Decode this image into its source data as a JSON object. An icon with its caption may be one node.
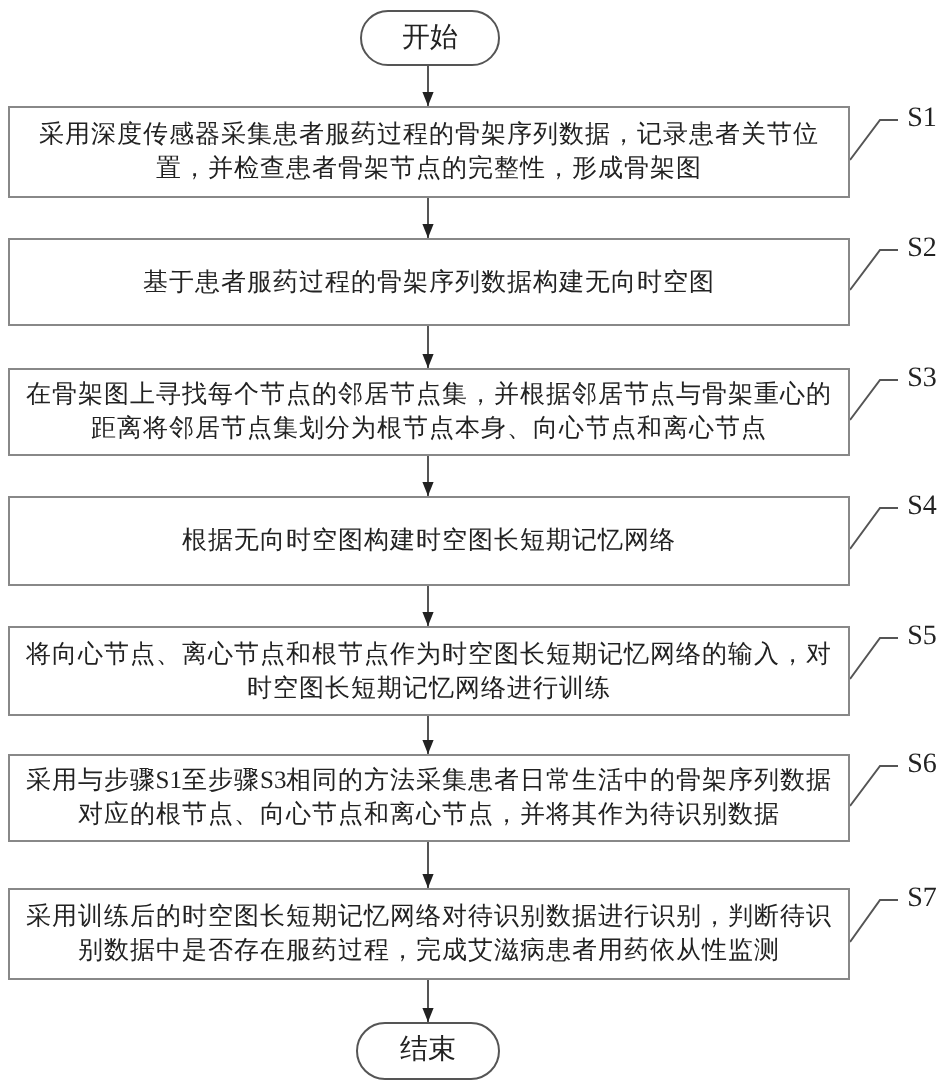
{
  "diagram": {
    "nodes": [
      {
        "text": [
          "开始"
        ]
      },
      {
        "text": [
          "采用深度传感器采集患者服药过程的骨架序列数据，记录患者关节位置，并检查患者骨架节点的完整性，形成骨架图"
        ]
      },
      {
        "text": [
          "基于患者服药过程的骨架序列数据构建无向时空图"
        ]
      },
      {
        "text": [
          "在骨架图上寻找每个节点的邻居节点集，并根据邻居节点与骨架重心的距离将邻居节点集划分为根节点本身、向心节点和离心节点"
        ]
      },
      {
        "text": [
          "根据无向时空图构建时空图长短期记忆网络"
        ]
      },
      {
        "text": [
          "将向心节点、离心节点和根节点作为时空图长短期记忆网络的输入，对时空图长短期记忆网络进行训练"
        ]
      },
      {
        "text": [
          "采用与步骤S1至步骤S3相同的方法采集患者日常生活中的骨架序列数据对应的根节点、向心节点和离心节点，并将其作为待识别数据"
        ]
      },
      {
        "text": [
          "采用训练后的时空图长短期记忆网络对待识别数据进行识别，判断待识别数据中是否存在服药过程，完成艾滋病患者用药依从性监测"
        ]
      },
      {
        "text": [
          "结束"
        ]
      },
      {
        "text": [
          "S1"
        ]
      },
      {
        "text": [
          "S2"
        ]
      },
      {
        "text": [
          "S3"
        ]
      },
      {
        "text": [
          "S4"
        ]
      },
      {
        "text": [
          "S5"
        ]
      },
      {
        "text": [
          "S6"
        ]
      },
      {
        "text": [
          "S7"
        ]
      }
    ],
    "edges": [
      {
        "from": 0,
        "to": 1,
        "arrow": "to"
      },
      {
        "from": 1,
        "to": 2,
        "arrow": "to"
      },
      {
        "from": 2,
        "to": 3,
        "arrow": "to"
      },
      {
        "from": 3,
        "to": 4,
        "arrow": "to"
      },
      {
        "from": 4,
        "to": 5,
        "arrow": "to"
      },
      {
        "from": 5,
        "to": 6,
        "arrow": "to"
      },
      {
        "from": 6,
        "to": 7,
        "arrow": "to"
      },
      {
        "from": 7,
        "to": 8,
        "arrow": "to"
      },
      {
        "from": 9,
        "to": 1,
        "arrow": "none"
      },
      {
        "from": 10,
        "to": 2,
        "arrow": "none"
      },
      {
        "from": 11,
        "to": 3,
        "arrow": "none"
      },
      {
        "from": 12,
        "to": 4,
        "arrow": "none"
      },
      {
        "from": 13,
        "to": 5,
        "arrow": "none"
      },
      {
        "from": 14,
        "to": 6,
        "arrow": "none"
      },
      {
        "from": 15,
        "to": 7,
        "arrow": "none"
      }
    ]
  }
}
